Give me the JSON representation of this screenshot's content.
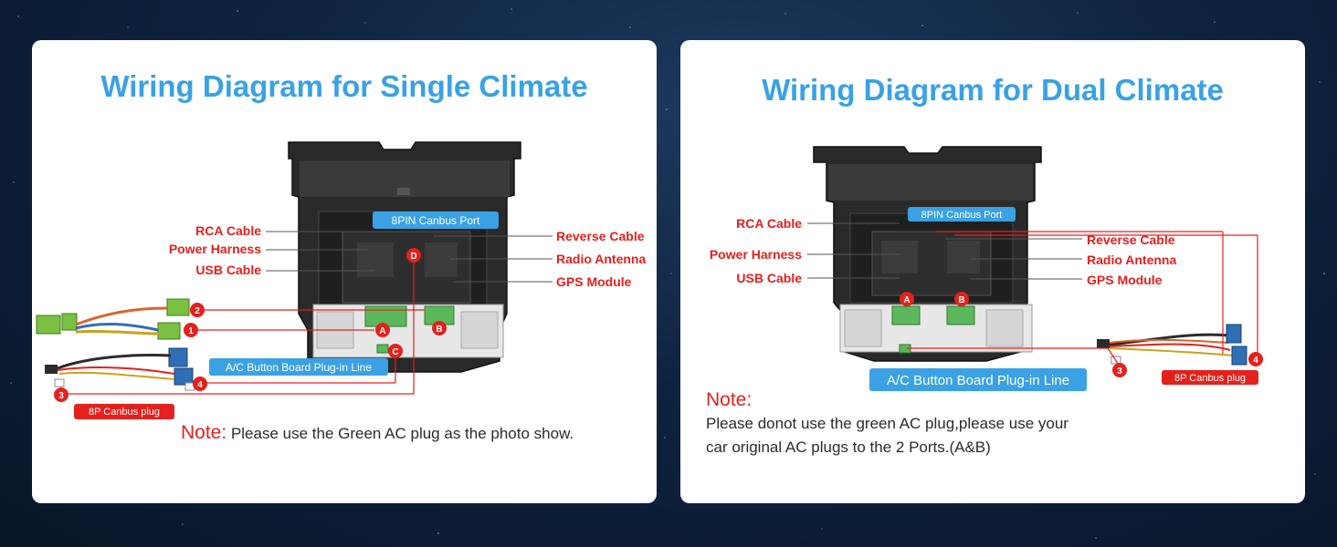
{
  "left": {
    "title": "Wiring Diagram for Single Climate",
    "top_tag": "8PIN Canbus Port",
    "labels_left": [
      "RCA Cable",
      "Power Harness",
      "USB Cable"
    ],
    "labels_right": [
      "Reverse Cable",
      "Radio Antenna",
      "GPS Module"
    ],
    "board_tag": "A/C Button Board Plug-in Line",
    "canbus_tag": "8P Canbus plug",
    "markers": [
      "1",
      "2",
      "3",
      "4"
    ],
    "ports": [
      "A",
      "B",
      "C",
      "D"
    ],
    "note_label": "Note:",
    "note_text": "Please use the Green AC plug as the photo show."
  },
  "right": {
    "title": "Wiring Diagram for Dual Climate",
    "top_tag": "8PIN Canbus Port",
    "labels_left": [
      "RCA Cable",
      "Power Harness",
      "USB Cable"
    ],
    "labels_right": [
      "Reverse Cable",
      "Radio Antenna",
      "GPS Module"
    ],
    "board_tag": "A/C Button Board Plug-in Line",
    "canbus_tag": "8P Canbus plug",
    "markers": [
      "3",
      "4"
    ],
    "ports": [
      "A",
      "B"
    ],
    "note_label": "Note:",
    "note_text_1": "Please donot use the green AC plug,please use your",
    "note_text_2": "car original AC plugs to the 2 Ports.(A&B)"
  },
  "colors": {
    "title": "#3aa1e4",
    "label_red": "#e3211d",
    "tag_blue": "#3aa1e4",
    "connector_green": "#5cb85c",
    "connector_blue": "#2f6fb5"
  }
}
